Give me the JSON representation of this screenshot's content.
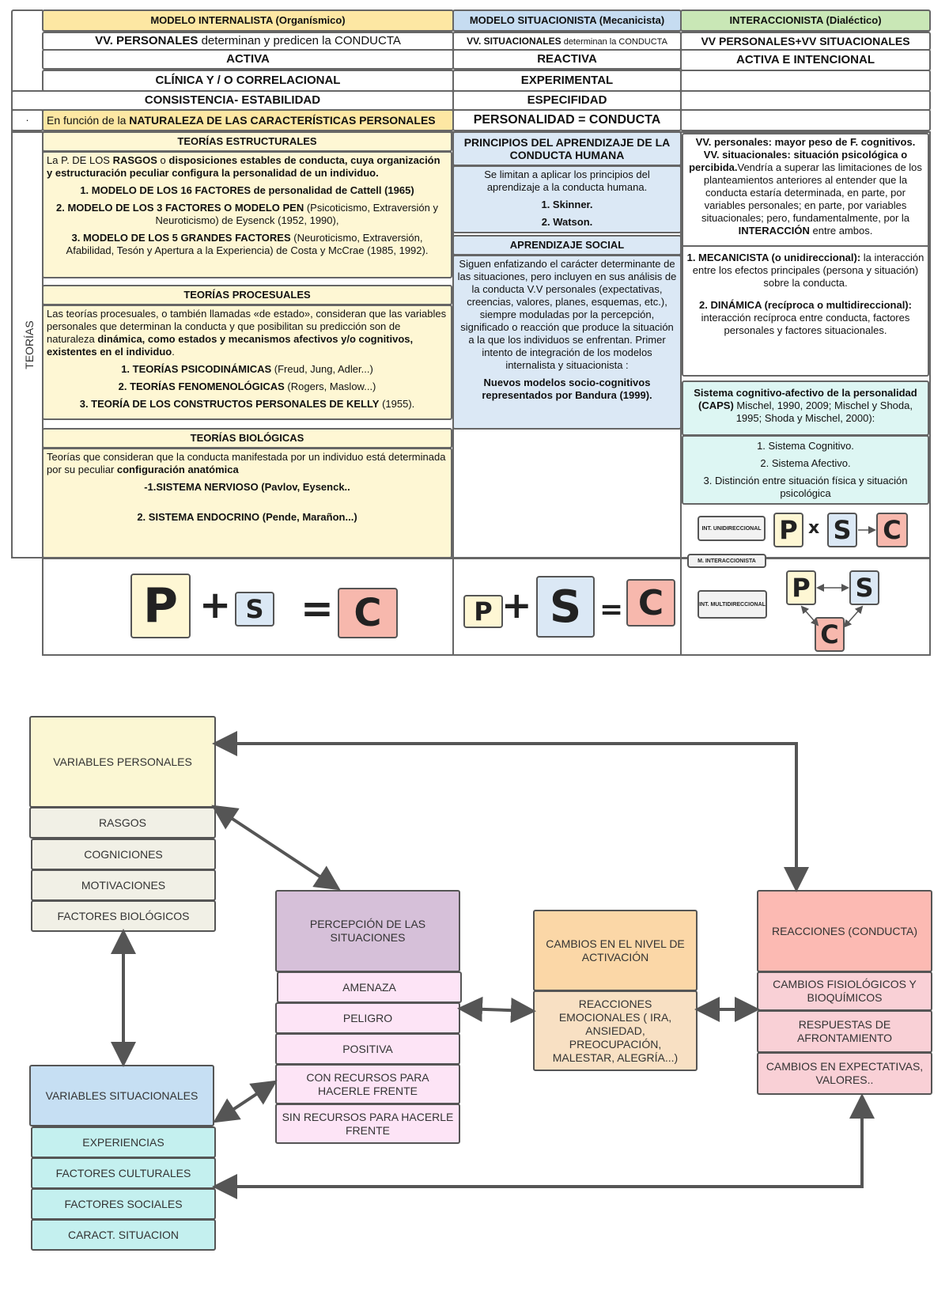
{
  "table": {
    "headers": {
      "internalista": "MODELO INTERNALISTA (Organísmico)",
      "situacionista": "MODELO SITUACIONISTA (Mecanicista)",
      "interaccionista": "INTERACCIONISTA (Dialéctico)"
    },
    "row_determinan": {
      "internalista_bold": "VV. PERSONALES",
      "internalista_rest": " determinan y predicen la CONDUCTA",
      "situacionista_bold": "VV. SITUACIONALES",
      "situacionista_rest": " determinan la CONDUCTA",
      "interaccionista": "VV PERSONALES+VV SITUACIONALES"
    },
    "row_sujeto": {
      "internalista": "ACTIVA",
      "situacionista": "REACTIVA",
      "interaccionista": "ACTIVA E INTENCIONAL"
    },
    "row_metodo": {
      "internalista": "CLÍNICA Y / O CORRELACIONAL",
      "situacionista": "EXPERIMENTAL"
    },
    "row_consistencia": {
      "internalista": "CONSISTENCIA- ESTABILIDAD",
      "situacionista": "ESPECIFIDAD"
    },
    "row_naturaleza": {
      "marker": "·",
      "internalista_pre": "En función de la ",
      "internalista_bold": "NATURALEZA DE LAS CARACTERÍSTICAS PERSONALES",
      "situacionista": "PERSONALIDAD = CONDUCTA"
    },
    "side_label": "TEORÍAS",
    "estructurales": {
      "title": "TEORÍAS ESTRUCTURALES",
      "intro_pre": "La P. DE  LOS ",
      "intro_bold1": "RASGOS",
      "intro_mid": "  o ",
      "intro_bold2": "disposiciones estables de conducta, cuya organización y estructuración peculiar configura la personalidad de un individuo.",
      "item1": "1. MODELO DE LOS 16 FACTORES de personalidad de Cattell (1965)",
      "item2_bold": "2. MODELO DE LOS 3 FACTORES O MODELO PEN",
      "item2_rest": "  (Psicoticismo, Extraversión y Neuroticismo) de Eysenck (1952, 1990),",
      "item3_bold": "3. MODELO DE LOS 5 GRANDES FACTORES",
      "item3_rest": " (Neuroticismo, Extraversión, Afabilidad, Tesón y Apertura a la Experiencia) de Costa y McCrae (1985, 1992)."
    },
    "procesuales": {
      "title": "TEORÍAS PROCESUALES",
      "intro_pre": "Las teorías procesuales, o también llamadas «de estado», consideran que las variables personales que determinan la conducta y que posibilitan su predicción son de naturaleza ",
      "intro_bold": "dinámica, como estados y mecanismos afectivos y/o cognitivos, existentes en el individuo",
      "intro_end": ".",
      "item1_bold": "1. TEORÍAS PSICODINÁMICAS",
      "item1_rest": "  (Freud, Jung, Adler...)",
      "item2_bold": "2. TEORÍAS FENOMENOLÓGICAS",
      "item2_rest": " (Rogers, Maslow...)",
      "item3_bold": "3. TEORÍA DE LOS CONSTRUCTOS PERSONALES DE KELLY",
      "item3_rest": " (1955)."
    },
    "biologicas": {
      "title": "TEORÍAS BIOLÓGICAS",
      "intro_pre": "Teorías que consideran que la conducta manifestada por un individuo está determinada por su peculiar ",
      "intro_bold": "configuración anatómica",
      "item1": "-1.SISTEMA NERVIOSO (Pavlov, Eysenck..",
      "item2": "2. SISTEMA ENDOCRINO (Pende, Marañon...)"
    },
    "principios": {
      "title": "PRINCIPIOS DEL APRENDIZAJE DE LA CONDUCTA HUMANA",
      "intro": "Se limitan a aplicar los principios del aprendizaje a la conducta humana.",
      "item1": "1. Skinner.",
      "item2": "2. Watson."
    },
    "social": {
      "title": "APRENDIZAJE SOCIAL",
      "text": "Siguen enfatizando el carácter determinante de las situaciones, pero incluyen en sus análisis de la conducta V.V personales (expectativas, creencias, valores, planes, esquemas, etc.), siempre moduladas por la percepción, significado o reacción que produce la situación a la que los individuos se enfrentan. Primer intento de integración de los modelos internalista y situacionista :",
      "bold": "Nuevos modelos socio-cognitivos representados por Bandura (1999)."
    },
    "inter_text": {
      "p1_bold1": "VV. personales: mayor peso de F. cognitivos.",
      "p1_bold2": "VV. situacionales:  situación psicológica o percibida.",
      "p1_rest": "Vendría a superar las limitaciones de los planteamientos anteriores al entender que la conducta estaría determinada, en parte, por variables personales; en parte, por variables situacionales; pero, fundamentalmente, por la ",
      "p1_bold3": "INTERACCIÓN",
      "p1_end": " entre ambos.",
      "p2_bold": "1. MECANICISTA (o unidireccional):",
      "p2_rest": " la interacción entre los efectos principales (persona y situación) sobre la conducta.",
      "p3_bold": "2. DINÁMICA (recíproca o multidireccional):",
      "p3_rest": " interacción recíproca entre conducta, factores personales y factores situacionales."
    },
    "caps": {
      "title_bold": "Sistema cognitivo-afectivo de la personalidad (CAPS)",
      "title_rest": " Mischel, 1990, 2009; Mischel y Shoda, 1995; Shoda y Mischel, 2000):",
      "item1": "1. Sistema Cognitivo.",
      "item2": "2. Sistema Afectivo.",
      "item3": "3. Distinción entre situación física y situación psicológica"
    },
    "formulas": {
      "P": "P",
      "S": "S",
      "C": "C",
      "plus": "+",
      "equals": "=",
      "times": "x",
      "int_uni": "INT. UNIDIRECCIONAL",
      "m_inter": "M. INTERACCIONISTA",
      "int_multi": "INT. MULTIDIRECCIONAL"
    }
  },
  "flow": {
    "personales": {
      "title": "VARIABLES PERSONALES",
      "items": [
        "RASGOS",
        "COGNICIONES",
        "MOTIVACIONES",
        "FACTORES BIOLÓGICOS"
      ]
    },
    "situacionales": {
      "title": "VARIABLES SITUACIONALES",
      "items": [
        "EXPERIENCIAS",
        "FACTORES CULTURALES",
        "FACTORES SOCIALES",
        "CARACT. SITUACION"
      ]
    },
    "percepcion": {
      "title": "PERCEPCIÓN DE LAS SITUACIONES",
      "items": [
        "AMENAZA",
        "PELIGRO",
        "POSITIVA",
        "CON RECURSOS PARA HACERLE FRENTE",
        "SIN RECURSOS PARA HACERLE FRENTE"
      ]
    },
    "activacion": {
      "title": "CAMBIOS EN EL NIVEL DE ACTIVACIÓN",
      "item": "REACCIONES EMOCIONALES ( IRA, ANSIEDAD, PREOCUPACIÓN, MALESTAR, ALEGRÍA...)"
    },
    "reacciones": {
      "title": "REACCIONES (CONDUCTA)",
      "items": [
        "CAMBIOS FISIOLÓGICOS Y BIOQUÍMICOS",
        "RESPUESTAS DE AFRONTAMIENTO",
        "CAMBIOS EN EXPECTATIVAS, VALORES.."
      ]
    }
  }
}
